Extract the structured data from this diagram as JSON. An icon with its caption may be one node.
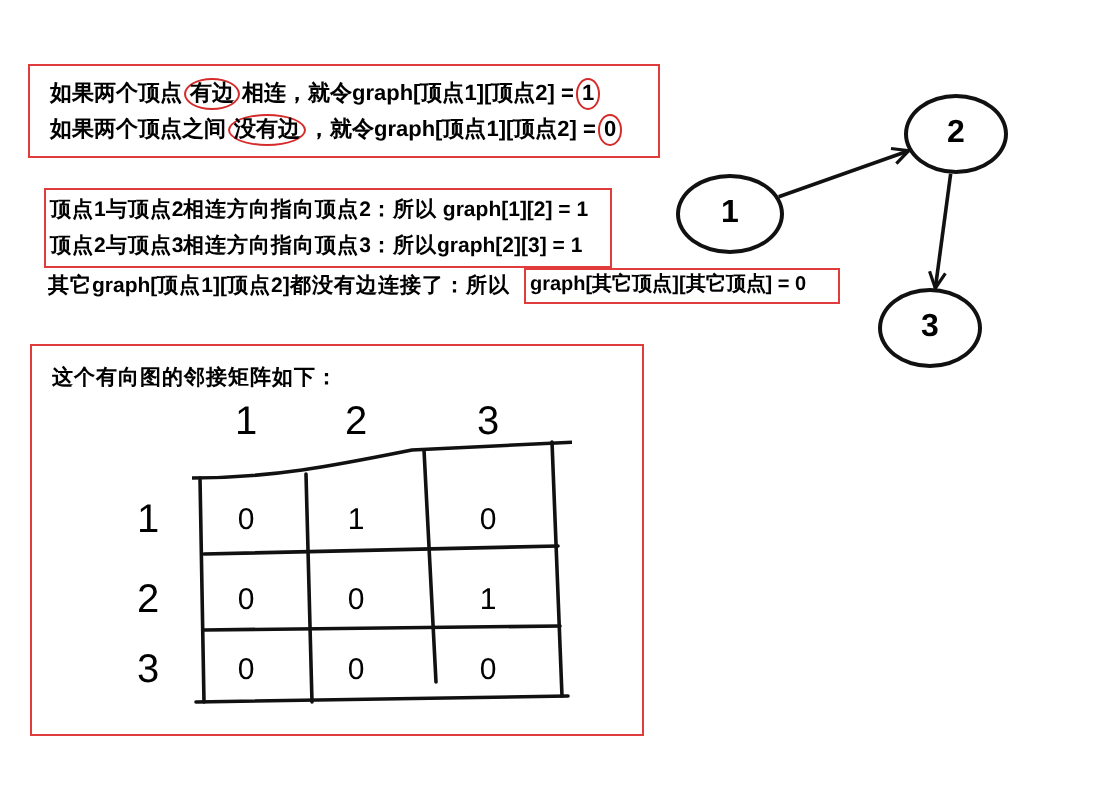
{
  "diagram": {
    "nodes": [
      {
        "text": [
          "如果两个顶点",
          "相连，就令graph[顶点1][顶点2] =",
          "如果两个顶点之间",
          "，就令graph[顶点1][顶点2] ="
        ]
      },
      {
        "text": [
          "有边"
        ],
        "in": 0
      },
      {
        "text": [
          "1"
        ],
        "in": 0
      },
      {
        "text": [
          "没有边"
        ],
        "in": 0
      },
      {
        "text": [
          "0"
        ],
        "in": 0
      },
      {
        "text": [
          "顶点1与顶点2相连方向指向顶点2：所以 graph[1][2] = 1",
          "顶点2与顶点3相连方向指向顶点3：所以graph[2][3] = 1"
        ]
      },
      {
        "text": [
          "graph[其它顶点][其它顶点] = 0"
        ]
      },
      {
        "text": [
          "这个有向图的邻接矩阵如下："
        ]
      },
      {
        "text": [
          "1"
        ]
      },
      {
        "text": [
          "2"
        ]
      },
      {
        "text": [
          "3"
        ]
      }
    ],
    "edges": [
      {
        "from": 8,
        "to": 9,
        "arrow": "to"
      },
      {
        "from": 9,
        "to": 10,
        "arrow": "to"
      }
    ],
    "labels": [
      "其它graph[顶点1][顶点2]都没有边连接了：所以",
      "1",
      "2",
      "3",
      "1",
      "0",
      "1",
      "0",
      "2",
      "0",
      "0",
      "1",
      "3",
      "0",
      "0",
      "0"
    ]
  }
}
